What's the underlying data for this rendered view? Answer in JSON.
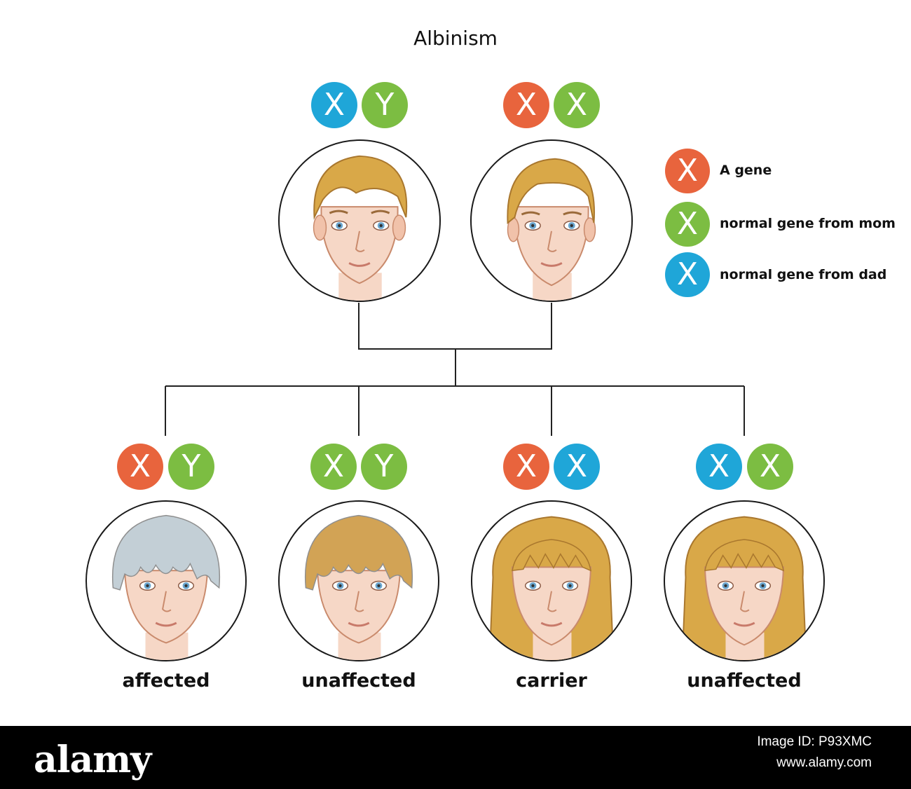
{
  "title": "Albinism",
  "colors": {
    "affected_gene": "#e8643d",
    "mom_gene": "#7cbd42",
    "dad_gene": "#1fa6d8",
    "line": "#222222",
    "footer": "#000000"
  },
  "parents": [
    {
      "chromosomes": [
        {
          "letter": "X",
          "color": "#1fa6d8"
        },
        {
          "letter": "Y",
          "color": "#7cbd42"
        }
      ],
      "icon": "father-portrait-icon",
      "hair_color": "#d9a848"
    },
    {
      "chromosomes": [
        {
          "letter": "X",
          "color": "#e8643d"
        },
        {
          "letter": "X",
          "color": "#7cbd42"
        }
      ],
      "icon": "mother-portrait-icon",
      "hair_color": "#d9a848"
    }
  ],
  "children": [
    {
      "chromosomes": [
        {
          "letter": "X",
          "color": "#e8643d"
        },
        {
          "letter": "Y",
          "color": "#7cbd42"
        }
      ],
      "label": "affected",
      "icon": "affected-boy-portrait-icon",
      "hair_color": "#c3cfd6"
    },
    {
      "chromosomes": [
        {
          "letter": "X",
          "color": "#7cbd42"
        },
        {
          "letter": "Y",
          "color": "#7cbd42"
        }
      ],
      "label": "unaffected",
      "icon": "boy-portrait-icon",
      "hair_color": "#d2a355"
    },
    {
      "chromosomes": [
        {
          "letter": "X",
          "color": "#e8643d"
        },
        {
          "letter": "X",
          "color": "#1fa6d8"
        }
      ],
      "label": "carrier",
      "icon": "girl-portrait-icon",
      "hair_color": "#d9a848"
    },
    {
      "chromosomes": [
        {
          "letter": "X",
          "color": "#1fa6d8"
        },
        {
          "letter": "X",
          "color": "#7cbd42"
        }
      ],
      "label": "unaffected",
      "icon": "girl-portrait-icon",
      "hair_color": "#d9a848"
    }
  ],
  "legend": [
    {
      "letter": "X",
      "color": "#e8643d",
      "label": "A gene"
    },
    {
      "letter": "X",
      "color": "#7cbd42",
      "label": "normal gene from mom"
    },
    {
      "letter": "X",
      "color": "#1fa6d8",
      "label": "normal gene from dad"
    }
  ],
  "footer": {
    "brand": "alamy",
    "image_id": "Image ID: P93XMC",
    "url": "www.alamy.com"
  }
}
